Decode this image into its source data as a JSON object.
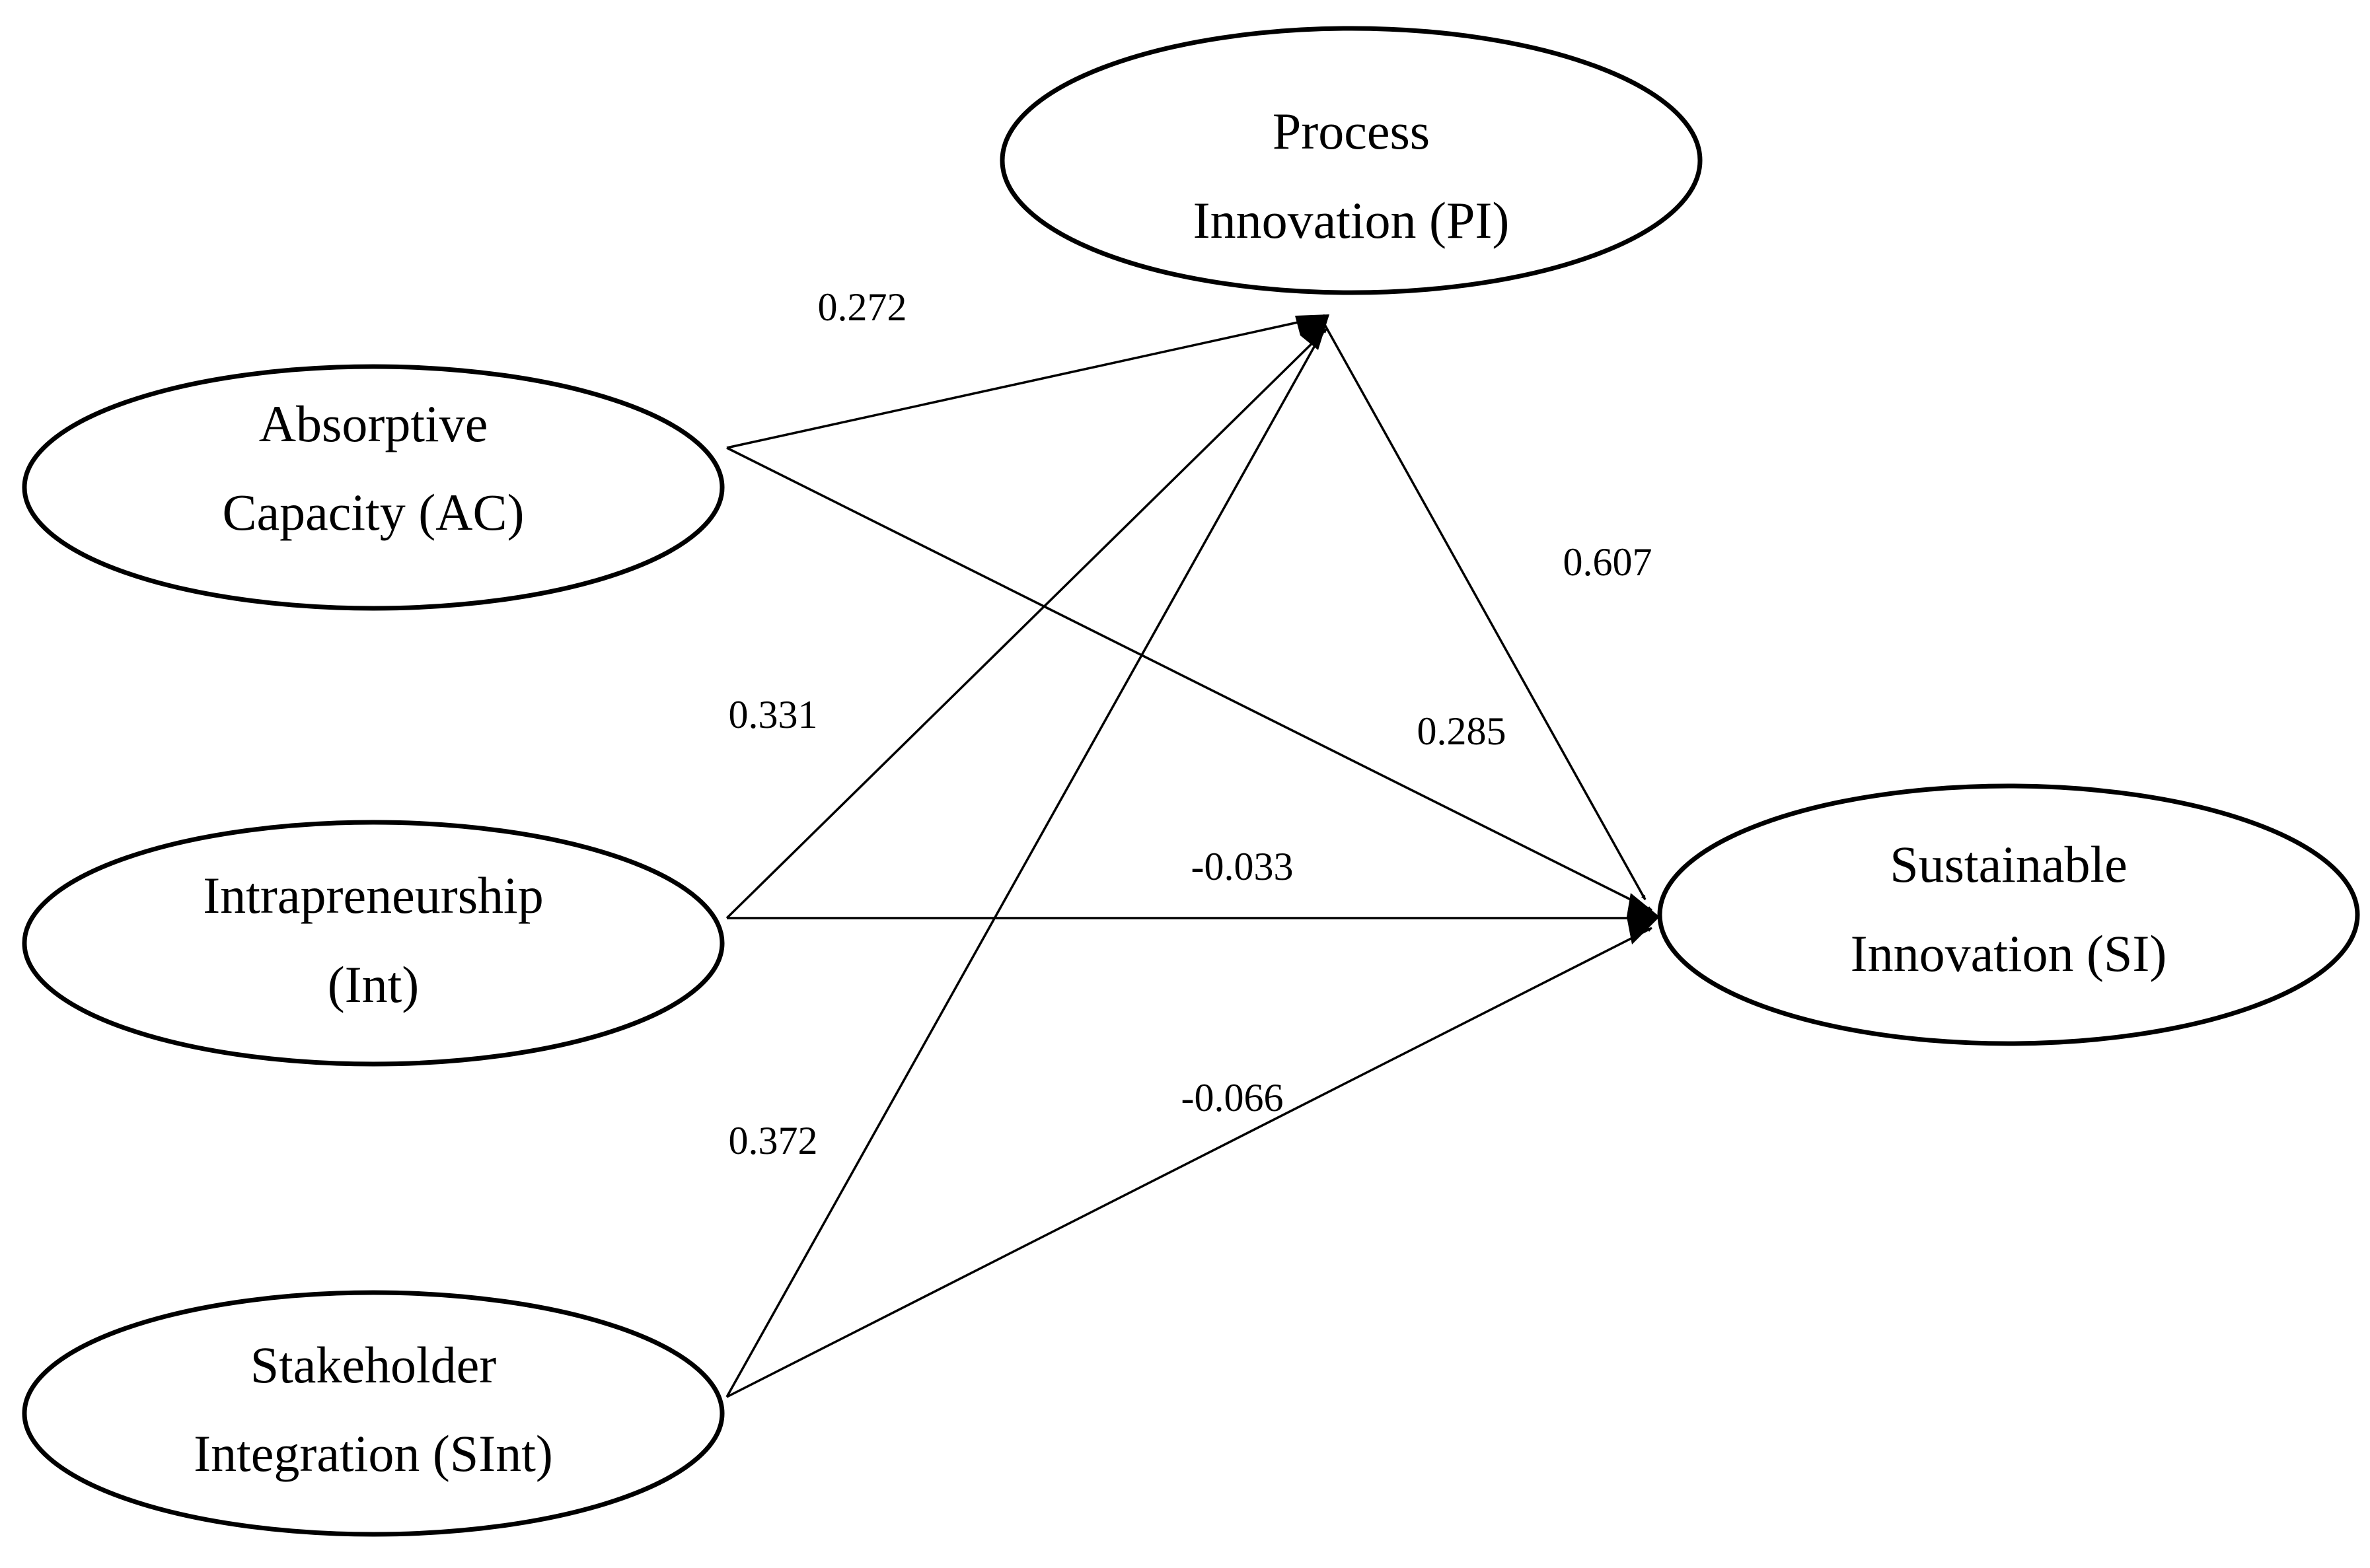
{
  "nodes": {
    "ac": {
      "line1": "Absorptive",
      "line2": "Capacity (AC)"
    },
    "int": {
      "line1": "Intrapreneurship",
      "line2": "(Int)"
    },
    "sint": {
      "line1": "Stakeholder",
      "line2": "Integration (SInt)"
    },
    "pi": {
      "line1": "Process",
      "line2": "Innovation (PI)"
    },
    "si": {
      "line1": "Sustainable",
      "line2": "Innovation (SI)"
    }
  },
  "paths": [
    {
      "from": "ac",
      "to": "pi",
      "coefficient": "0.272"
    },
    {
      "from": "int",
      "to": "pi",
      "coefficient": "0.331"
    },
    {
      "from": "sint",
      "to": "pi",
      "coefficient": "0.372"
    },
    {
      "from": "pi",
      "to": "si",
      "coefficient": "0.607"
    },
    {
      "from": "ac",
      "to": "si",
      "coefficient": "0.285"
    },
    {
      "from": "int",
      "to": "si",
      "coefficient": "-0.033"
    },
    {
      "from": "sint",
      "to": "si",
      "coefficient": "-0.066"
    }
  ]
}
